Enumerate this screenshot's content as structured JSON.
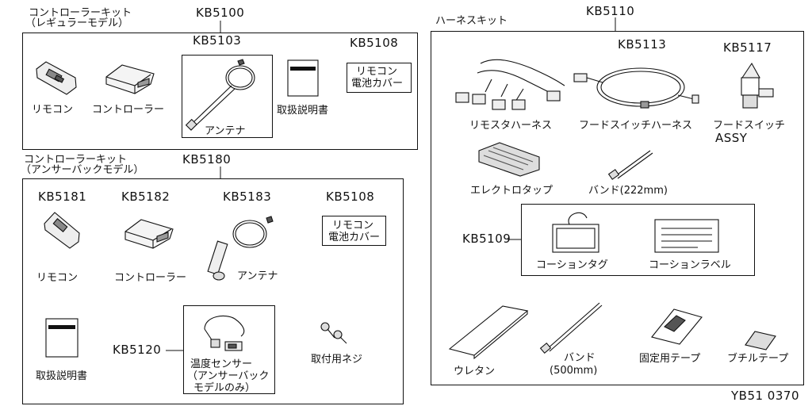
{
  "kit_regular": {
    "title_line1": "コントローラーキット",
    "title_line2": "（レギュラーモデル）",
    "code": "KB5100",
    "parts": {
      "remote": "リモコン",
      "controller": "コントローラー",
      "antenna_code": "KB5103",
      "antenna": "アンテナ",
      "manual": "取扱説明書",
      "cover_code": "KB5108",
      "cover_line1": "リモコン",
      "cover_line2": "電池カバー"
    }
  },
  "kit_answerback": {
    "title_line1": "コントローラーキット",
    "title_line2": "（アンサーバックモデル）",
    "code": "KB5180",
    "parts": {
      "remote_code": "KB5181",
      "remote": "リモコン",
      "controller_code": "KB5182",
      "controller": "コントローラー",
      "antenna_code": "KB5183",
      "antenna": "アンテナ",
      "cover_code": "KB5108",
      "cover_line1": "リモコン",
      "cover_line2": "電池カバー",
      "manual": "取扱説明書",
      "sensor_code": "KB5120",
      "sensor_line1": "温度センサー",
      "sensor_line2": "（アンサーバック",
      "sensor_line3": "モデルのみ）",
      "screws": "取付用ネジ"
    }
  },
  "harness_kit": {
    "title": "ハーネスキット",
    "code": "KB5110",
    "parts": {
      "remote_harness": "リモスタハーネス",
      "hood_harness_code": "KB5113",
      "hood_harness": "フードスイッチハーネス",
      "hood_switch_code": "KB5117",
      "hood_switch_line1": "フードスイッチ",
      "hood_switch_line2": "ASSY",
      "electro_tap": "エレクトロタップ",
      "band_222": "バンド(222mm)",
      "caution_code": "KB5109",
      "caution_tag": "コーションタグ",
      "caution_label": "コーションラベル",
      "urethane": "ウレタン",
      "band_500_line1": "バンド",
      "band_500_line2": "(500mm)",
      "fixing_tape": "固定用テープ",
      "butyl_tape": "ブチルテープ"
    }
  },
  "footer": {
    "figure_id": "YB51 0370"
  }
}
